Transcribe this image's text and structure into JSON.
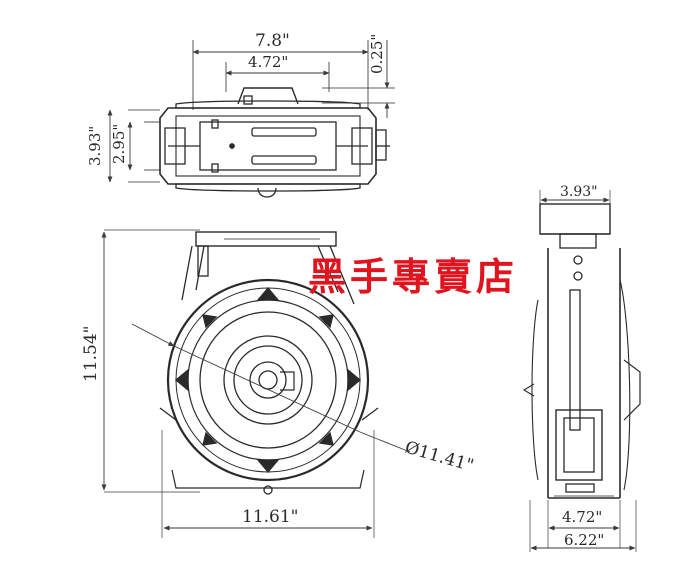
{
  "dimensions": {
    "top_width": "7.8\"",
    "top_inner_width": "4.72\"",
    "top_depth": "0.25\"",
    "top_height_outer": "3.93\"",
    "top_height_inner": "2.95\"",
    "front_height": "11.54\"",
    "front_width": "11.61\"",
    "front_diameter": "Ø11.41\"",
    "side_top_width": "3.93\"",
    "side_inner_width": "4.72\"",
    "side_outer_width": "6.22\""
  },
  "watermark": {
    "text": "黑手專賣店",
    "color": "#e0141e"
  },
  "colors": {
    "line": "#2a2a2a",
    "dim": "#3a3a3a"
  }
}
